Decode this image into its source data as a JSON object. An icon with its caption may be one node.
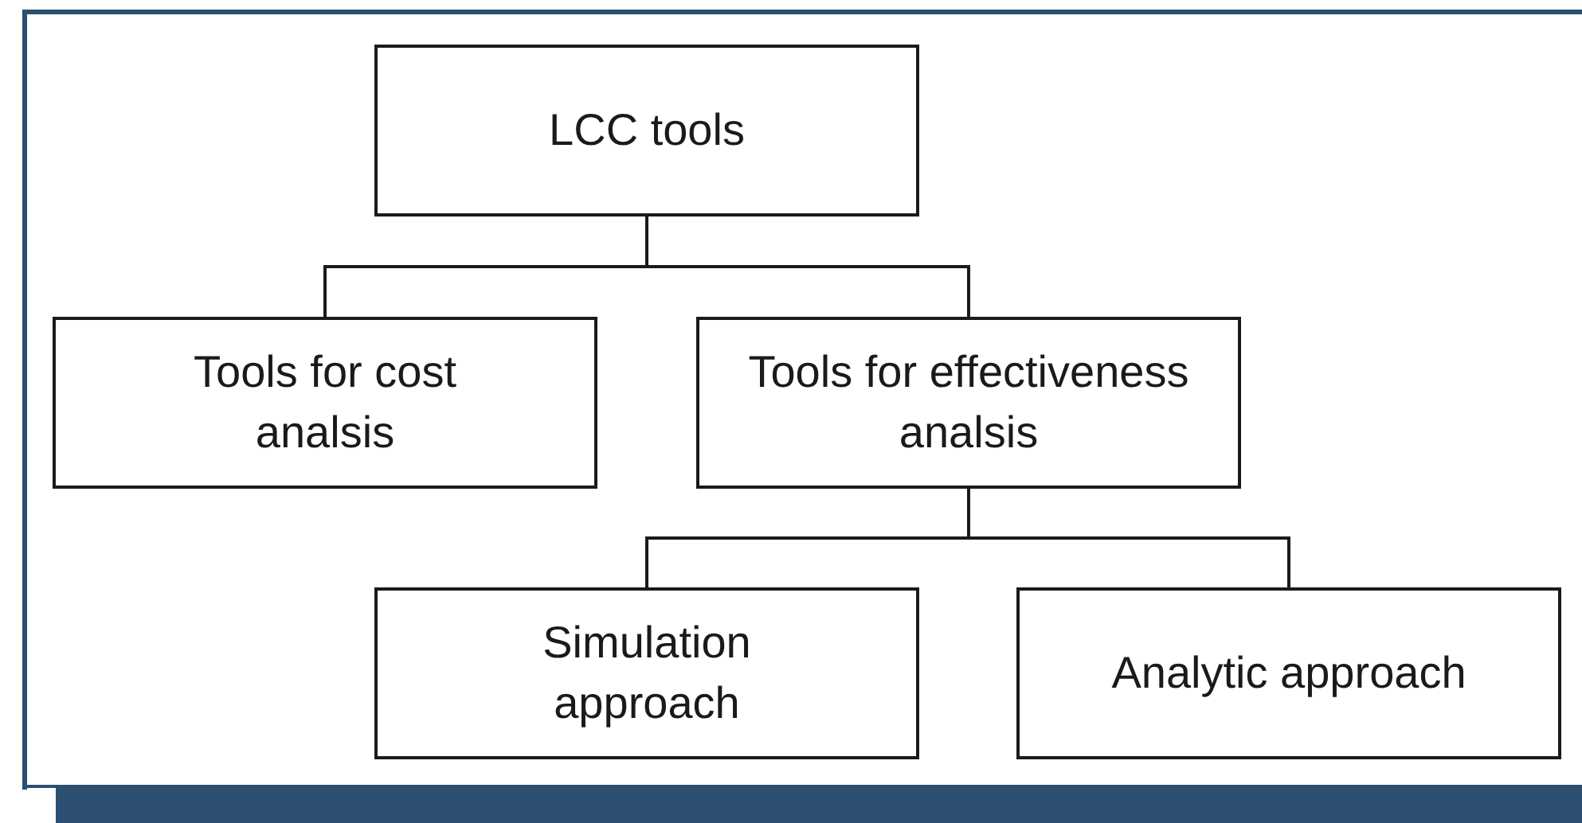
{
  "diagram": {
    "nodes": [
      {
        "text": [
          "LCC tools"
        ]
      },
      {
        "text": [
          "Tools for cost analsis"
        ]
      },
      {
        "text": [
          "Tools for effectiveness analsis"
        ]
      },
      {
        "text": [
          "Simulation approach"
        ]
      },
      {
        "text": [
          "Analytic approach"
        ]
      }
    ],
    "edges": [
      {
        "from": 0,
        "to": 1,
        "arrow": "none"
      },
      {
        "from": 0,
        "to": 2,
        "arrow": "none"
      },
      {
        "from": 2,
        "to": 3,
        "arrow": "none"
      },
      {
        "from": 2,
        "to": 4,
        "arrow": "none"
      }
    ]
  }
}
